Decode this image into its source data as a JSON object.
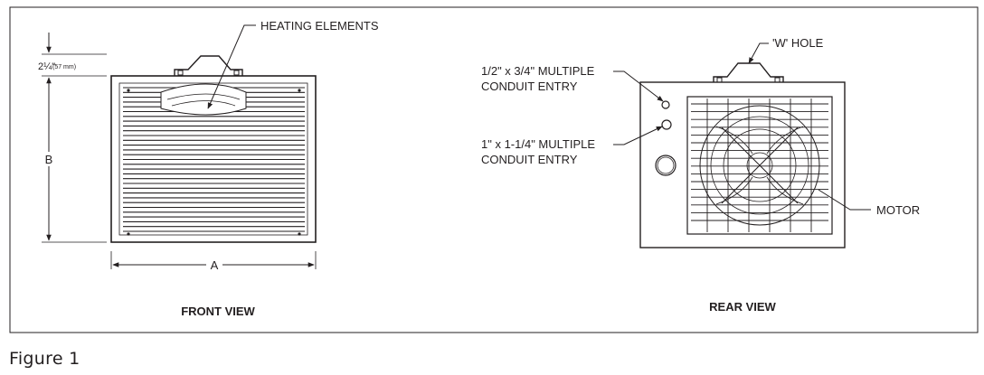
{
  "front_view": {
    "label": "FRONT VIEW",
    "callout_heating": "HEATING ELEMENTS",
    "dim_top_value": "2¼\"",
    "dim_top_mm": "(57 mm)",
    "dim_height": "B",
    "dim_width": "A"
  },
  "rear_view": {
    "label": "REAR VIEW",
    "callout_w_hole": "'W' HOLE",
    "callout_conduit_small_line1": "1/2\" x 3/4\" MULTIPLE",
    "callout_conduit_small_line2": "CONDUIT ENTRY",
    "callout_conduit_large_line1": "1\" x 1-1/4\" MULTIPLE",
    "callout_conduit_large_line2": "CONDUIT ENTRY",
    "callout_motor": "MOTOR"
  },
  "figure_caption": "Figure 1"
}
